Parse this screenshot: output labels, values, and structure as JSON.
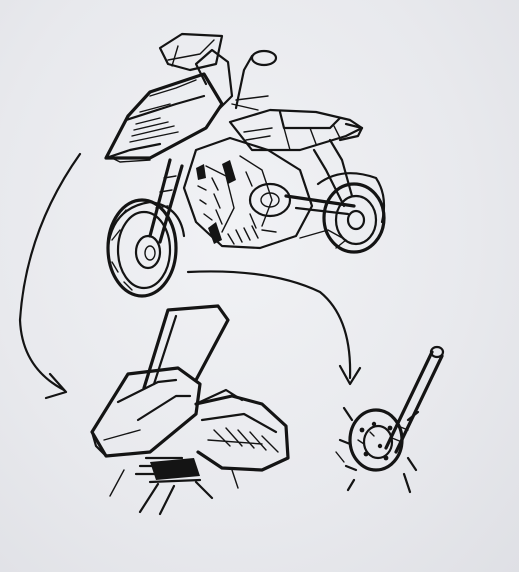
{
  "sketch": {
    "ink_color": "#141414",
    "paper_color": "#eceef1",
    "subjects": [
      "motorcycle",
      "windscreen-detail",
      "front-wheel-detail"
    ]
  }
}
